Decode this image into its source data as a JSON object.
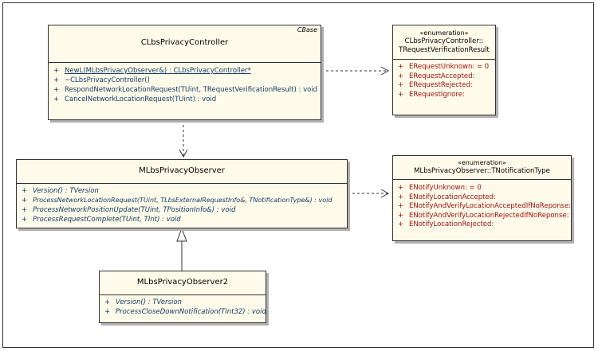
{
  "classes": {
    "controller": {
      "name": "CLbsPrivacyController",
      "stereotype": "CBase",
      "operations": [
        {
          "vis": "+",
          "text": "NewL(MLbsPrivacyObserver&) : CLbsPrivacyController*"
        },
        {
          "vis": "+",
          "text": "~CLbsPrivacyController()"
        },
        {
          "vis": "+",
          "text": "RespondNetworkLocationRequest(TUint, TRequestVerificationResult) : void"
        },
        {
          "vis": "+",
          "text": "CancelNetworkLocationRequest(TUint) : void"
        }
      ]
    },
    "observer": {
      "name": "MLbsPrivacyObserver",
      "operations": [
        {
          "vis": "+",
          "text": "Version() : TVersion"
        },
        {
          "vis": "+",
          "text": "ProcessNetworkLocationRequest(TUint, TLbsExternalRequestInfo&, TNotificationType&) : void"
        },
        {
          "vis": "+",
          "text": "ProcessNetworkPositionUpdate(TUint, TPositionInfo&) : void"
        },
        {
          "vis": "+",
          "text": "ProcessRequestComplete(TUint, TInt) : void"
        }
      ]
    },
    "observer2": {
      "name": "MLbsPrivacyObserver2",
      "operations": [
        {
          "vis": "+",
          "text": "Version() : TVersion"
        },
        {
          "vis": "+",
          "text": "ProcessCloseDownNotification(TInt32) : void"
        }
      ]
    }
  },
  "enums": {
    "verification": {
      "stereotype": "«enumeration»",
      "name_line1": "CLbsPrivacyController::",
      "name_line2": "TRequestVerificationResult",
      "literals": [
        {
          "vis": "+",
          "text": "ERequestUnknown:   = 0"
        },
        {
          "vis": "+",
          "text": "ERequestAccepted:"
        },
        {
          "vis": "+",
          "text": "ERequestRejected:"
        },
        {
          "vis": "+",
          "text": "ERequestIgnore:"
        }
      ]
    },
    "notification": {
      "stereotype": "«enumeration»",
      "name": "MLbsPrivacyObserver::TNotificationType",
      "literals": [
        {
          "vis": "+",
          "text": "ENotifyUnknown:   = 0"
        },
        {
          "vis": "+",
          "text": "ENotifyLocationAccepted:"
        },
        {
          "vis": "+",
          "text": "ENotifyAndVerifyLocationAcceptedIfNoReponse:"
        },
        {
          "vis": "+",
          "text": "ENotifyAndVerifyLocationRejectedIfNoReponse:"
        },
        {
          "vis": "+",
          "text": "ENotifyLocationRejected:"
        }
      ]
    }
  },
  "colors": {
    "box_fill": "#fffbea",
    "operation_text": "#123a66",
    "literal_text": "#a01010",
    "border": "#333333"
  }
}
